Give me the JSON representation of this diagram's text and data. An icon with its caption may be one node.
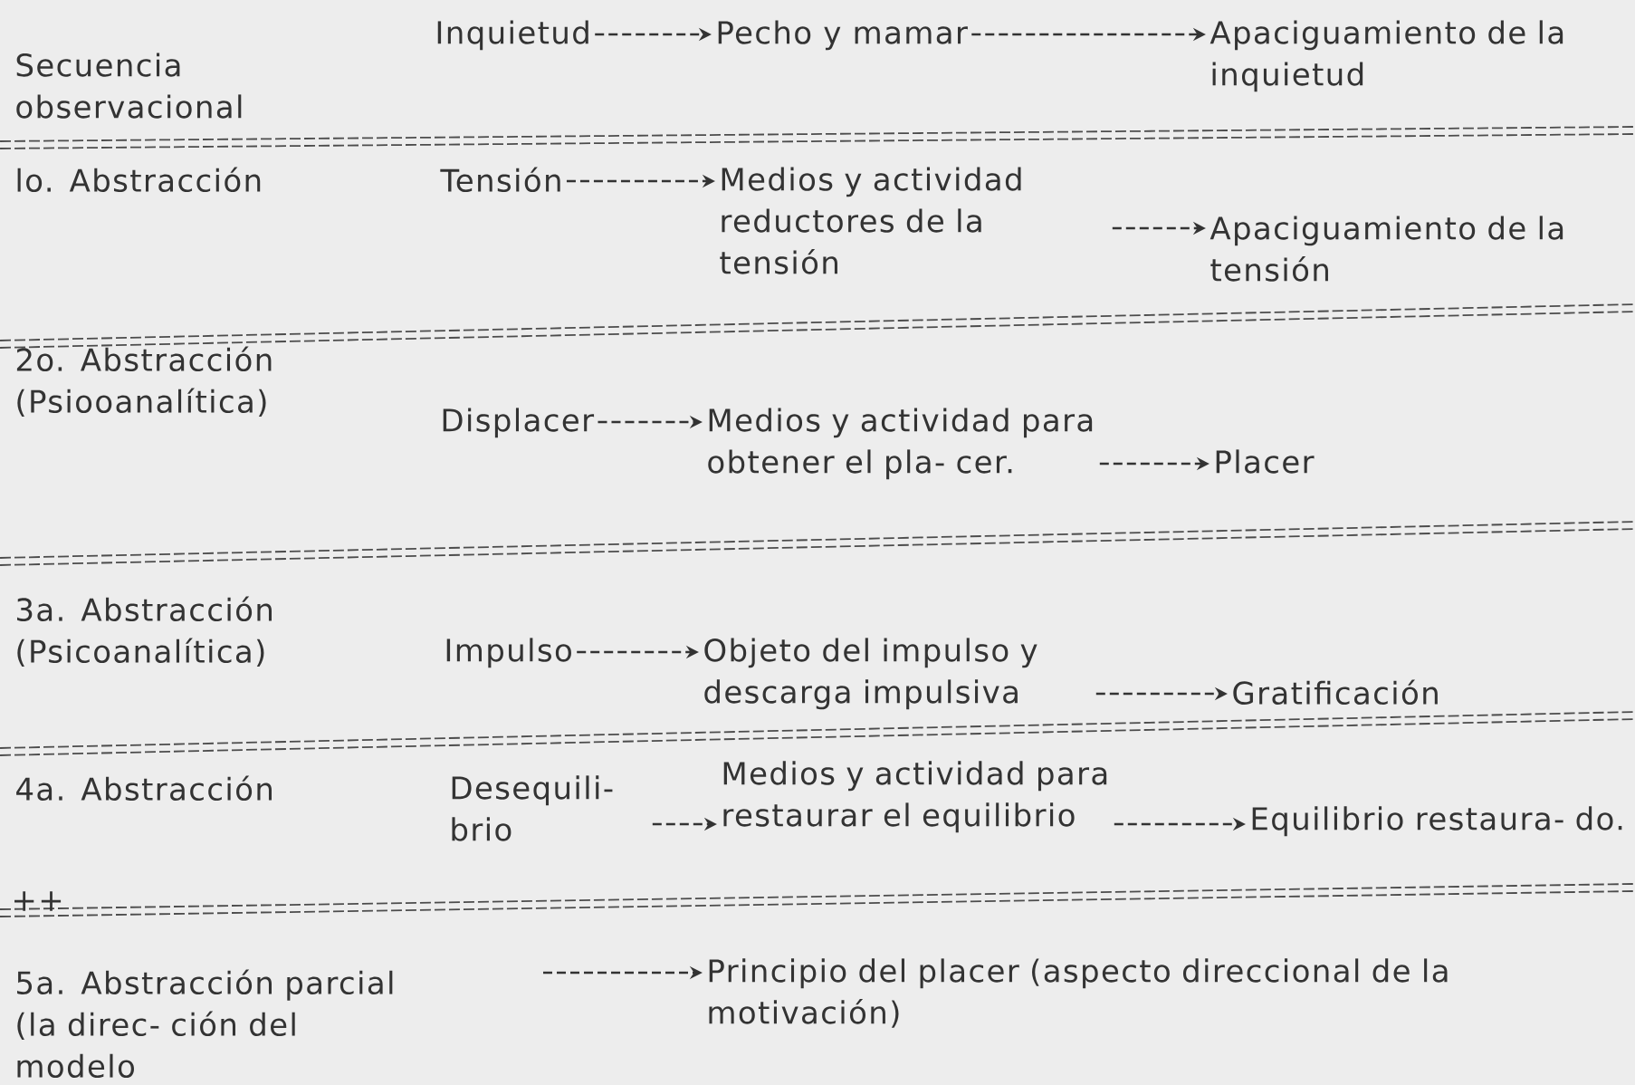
{
  "diagram": {
    "nodes": [
      {
        "text": [
          "Inquietud"
        ]
      },
      {
        "text": [
          "Pecho y mamar"
        ]
      },
      {
        "text": [
          "Apaciguamiento de la inquietud"
        ]
      },
      {
        "text": [
          "Tensión"
        ]
      },
      {
        "text": [
          "Medios y actividad reductores de la tensión"
        ]
      },
      {
        "text": [
          "Apaciguamiento de la tensión"
        ]
      },
      {
        "text": [
          "Displacer"
        ]
      },
      {
        "text": [
          "Medios y actividad para obtener el pla- cer."
        ]
      },
      {
        "text": [
          "Placer"
        ]
      },
      {
        "text": [
          "Impulso"
        ]
      },
      {
        "text": [
          "Objeto del impulso y descarga impulsiva"
        ]
      },
      {
        "text": [
          "Gratificación"
        ]
      },
      {
        "text": [
          "Desequili- brio"
        ]
      },
      {
        "text": [
          "Medios y actividad para restaurar el equilibrio"
        ]
      },
      {
        "text": [
          "Equilibrio restaura- do."
        ]
      },
      {
        "text": [
          "Principio del placer (aspecto direccional de la motivación)"
        ]
      }
    ],
    "edges": [
      {
        "from": 0,
        "to": 1,
        "arrow": "to",
        "style": "dashed"
      },
      {
        "from": 1,
        "to": 2,
        "arrow": "to",
        "style": "dashed"
      },
      {
        "from": 3,
        "to": 4,
        "arrow": "to",
        "style": "dashed"
      },
      {
        "from": 4,
        "to": 5,
        "arrow": "to",
        "style": "dashed"
      },
      {
        "from": 6,
        "to": 7,
        "arrow": "to",
        "style": "dashed"
      },
      {
        "from": 7,
        "to": 8,
        "arrow": "to",
        "style": "dashed"
      },
      {
        "from": 9,
        "to": 10,
        "arrow": "to",
        "style": "dashed"
      },
      {
        "from": 10,
        "to": 11,
        "arrow": "to",
        "style": "dashed"
      },
      {
        "from": 12,
        "to": 13,
        "arrow": "to",
        "style": "dashed"
      },
      {
        "from": 13,
        "to": 14,
        "arrow": "to",
        "style": "dashed"
      },
      {
        "from": null,
        "to": 15,
        "arrow": "to",
        "style": "dashed"
      }
    ],
    "labels": [
      "Secuencia observacional",
      "lo. Abstracción",
      "2o. Abstracción (Psiooanalítica)",
      "3a. Abstracción (Psicoanalítica)",
      "4a. Abstracción",
      "++",
      "5a. Abstracción parcial (la direc- ción del modelo"
    ]
  }
}
